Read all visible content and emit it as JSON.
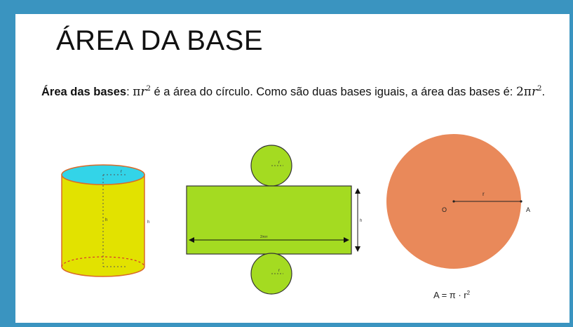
{
  "slide": {
    "title": "ÁREA DA BASE",
    "paragraph": {
      "bold_label": "Área das bases",
      "after_label": ": ",
      "pi1": "π",
      "r1": "r",
      "exp1": "2",
      "middle": " é a área do círculo. Como são duas bases iguais, a área das bases é: ",
      "coef2": "2π",
      "r2": "r",
      "exp2": "2",
      "end": "."
    }
  },
  "cylinder": {
    "radius_label": "r",
    "height_label_inside": "h",
    "height_label_outside": "h",
    "body_color": "#e2e200",
    "top_color": "#33d4e8"
  },
  "net": {
    "top_circle_label": "r",
    "bottom_circle_label": "r",
    "width_label": "2πrr",
    "height_label": "h",
    "fill_color": "#a4db21"
  },
  "circle": {
    "radius_label": "r",
    "center_label": "O",
    "point_label": "A",
    "fill_color": "#e9895a",
    "formula": {
      "lhs": "A = π · r",
      "exp": "2"
    }
  }
}
